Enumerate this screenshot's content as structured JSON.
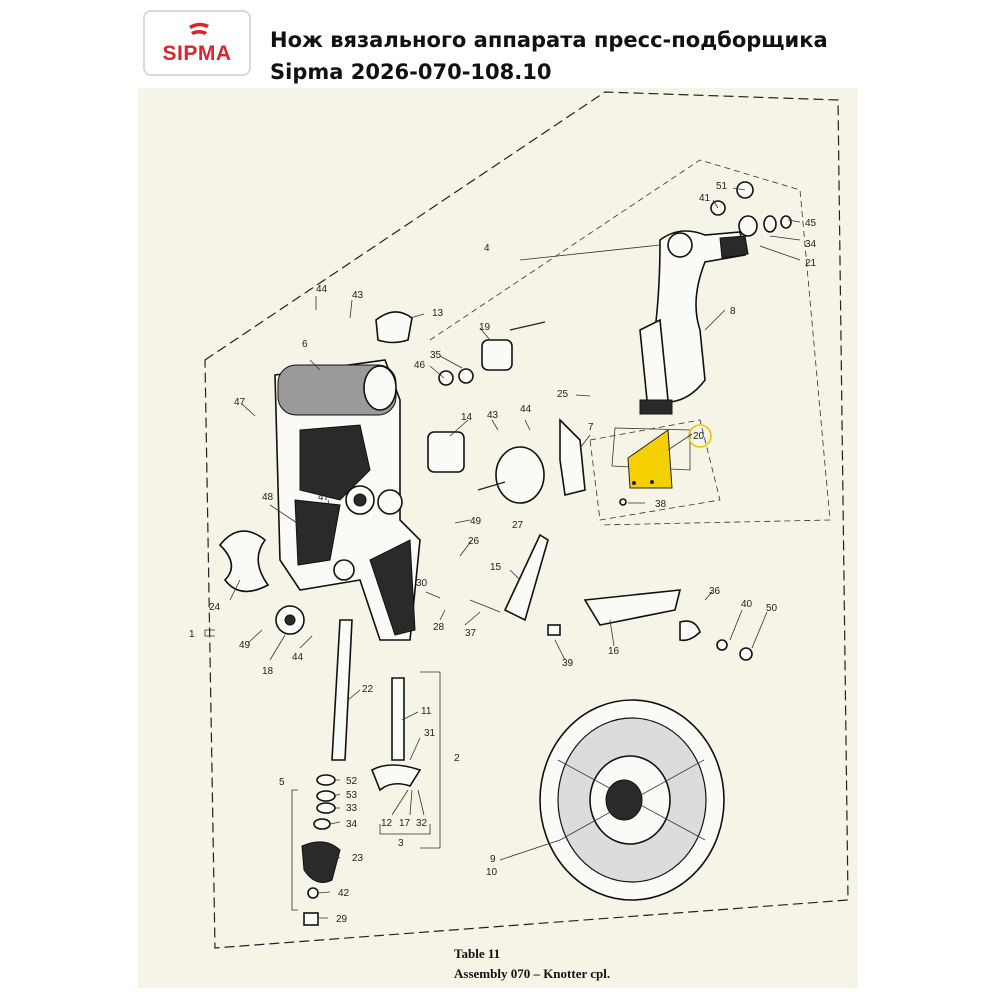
{
  "logo": {
    "text": "SIPMA",
    "color": "#d7262e"
  },
  "header": {
    "title_line1": "Нож вязального аппарата пресс-подборщика",
    "title_line2": "Sipma 2026-070-108.10"
  },
  "diagram": {
    "highlight_color": "#f5d000",
    "highlight_ring_color": "#e8c800",
    "highlighted_part": "20",
    "labels": {
      "l51": "51",
      "l41": "41",
      "l45": "45",
      "l34a": "34",
      "l21": "21",
      "l4": "4",
      "l8": "8",
      "l44a": "44",
      "l43a": "43",
      "l13": "13",
      "l19": "19",
      "l6": "6",
      "l35": "35",
      "l46": "46",
      "l25": "25",
      "l20": "20",
      "l47a": "47",
      "l14": "14",
      "l43b": "43",
      "l44b": "44",
      "l7": "7",
      "l38": "38",
      "l48": "48",
      "l47b": "47",
      "l27": "27",
      "l49a": "49",
      "l26": "26",
      "l15": "15",
      "l24": "24",
      "l30": "30",
      "l28": "28",
      "l37": "37",
      "l36": "36",
      "l40": "40",
      "l50": "50",
      "l1": "1",
      "l49b": "49",
      "l18": "18",
      "l44c": "44",
      "l16": "16",
      "l39": "39",
      "l22": "22",
      "l11": "11",
      "l31": "31",
      "l2": "2",
      "l5": "5",
      "l52": "52",
      "l53": "53",
      "l33": "33",
      "l34b": "34",
      "l12": "12",
      "l17": "17",
      "l32": "32",
      "l3": "3",
      "l23": "23",
      "l42": "42",
      "l29": "29",
      "l9": "9",
      "l10": "10"
    }
  },
  "caption": {
    "line1": "Table 11",
    "line2": "Assembly 070 – Knotter cpl."
  }
}
